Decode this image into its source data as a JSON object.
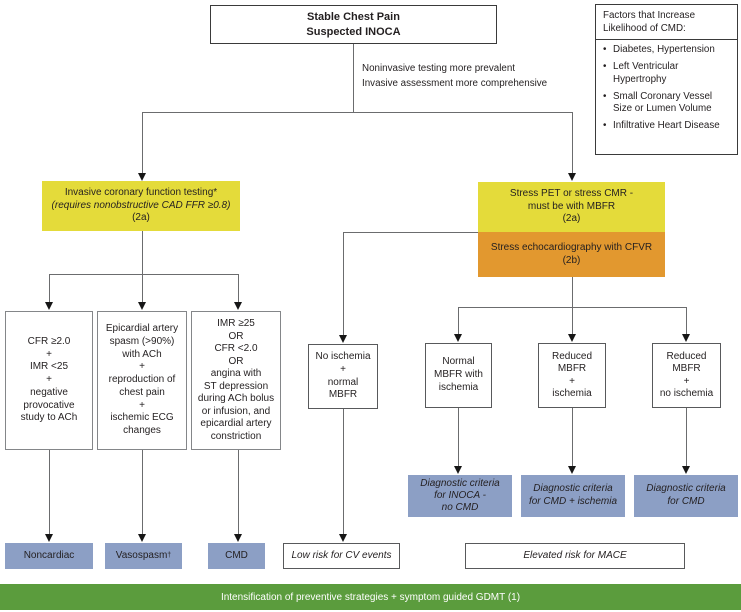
{
  "colors": {
    "yellow": "#e4db3a",
    "orange": "#e2982f",
    "slate_blue": "#8c9fc5",
    "green": "#5b9c3d"
  },
  "start_box": {
    "line1": "Stable Chest Pain",
    "line2": "Suspected INOCA"
  },
  "factors_box": {
    "title": "Factors that Increase Likelihood of CMD:",
    "items": [
      "Diabetes, Hypertension",
      "Left Ventricular Hypertrophy",
      "Small Coronary Vessel Size or Lumen Volume",
      "Infiltrative Heart Disease"
    ]
  },
  "branch_note": "Noninvasive testing more prevalent\nInvasive assessment more comprehensive",
  "invasive_box": {
    "title": "Invasive coronary function testing*",
    "subtitle": "(requires nonobstructive CAD FFR ≥0.8)",
    "cor": "(2a)"
  },
  "stress_pet_box": "Stress PET or stress CMR -\nmust be with MBFR\n(2a)",
  "stress_echo_box": "Stress echocardiography with CFVR\n(2b)",
  "invasive_criteria": {
    "normal_cfr": "CFR ≥2.0\n+\nIMR <25\n+\nnegative\nprovocative\nstudy to ACh",
    "spasm": "Epicardial artery\nspasm (>90%)\nwith ACh\n+\nreproduction of\nchest pain\n+\nischemic ECG\nchanges",
    "cmd": "IMR ≥25\nOR\nCFR <2.0\nOR\nangina with\nST depression\nduring ACh bolus\nor infusion, and\nepicardial artery\nconstriction"
  },
  "noninvasive_results": {
    "no_ischemia": "No ischemia\n+\nnormal\nMBFR",
    "normal_mbfr_ischemia": "Normal\nMBFR with\nischemia",
    "reduced_mbfr_ischemia": "Reduced\nMBFR\n+\nischemia",
    "reduced_mbfr_no_ischemia": "Reduced\nMBFR\n+\nno ischemia"
  },
  "diagnostic_boxes": {
    "inoca_no_cmd": "Diagnostic criteria\nfor INOCA -\nno CMD",
    "cmd_ischemia": "Diagnostic criteria\nfor CMD + ischemia",
    "cmd": "Diagnostic criteria\nfor CMD"
  },
  "outcome_boxes": {
    "noncardiac": "Noncardiac",
    "vasospasm": "Vasospasm",
    "vasospasm_dagger": "†",
    "cmd": "CMD",
    "low_risk": "Low risk for CV events",
    "elevated_risk": "Elevated risk for MACE"
  },
  "footer_bar": "Intensification of preventive strategies + symptom guided GDMT (1)"
}
